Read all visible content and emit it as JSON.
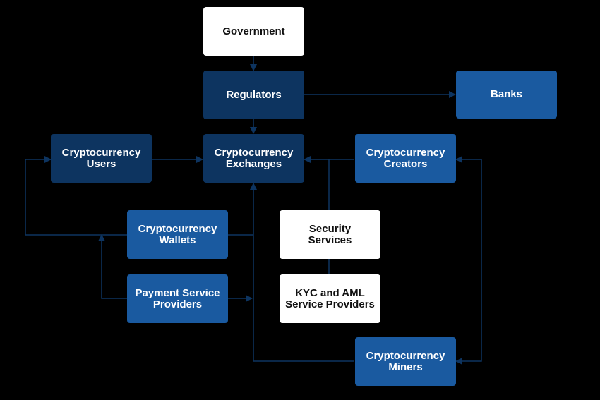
{
  "diagram": {
    "nodes": {
      "government": "Government",
      "regulators": "Regulators",
      "banks": "Banks",
      "users": "Cryptocurrency\nUsers",
      "exchanges": "Cryptocurrency\nExchanges",
      "creators": "Cryptocurrency\nCreators",
      "wallets": "Cryptocurrency\nWallets",
      "security": "Security\nServices",
      "payment": "Payment Service\nProviders",
      "kyc": "KYC and AML\nService Providers",
      "miners": "Cryptocurrency\nMiners"
    },
    "colors": {
      "white_box": "#ffffff",
      "navy_box": "#0d3460",
      "blue_box": "#1a5aa0",
      "connector": "#0d3460",
      "background": "#000000"
    }
  }
}
